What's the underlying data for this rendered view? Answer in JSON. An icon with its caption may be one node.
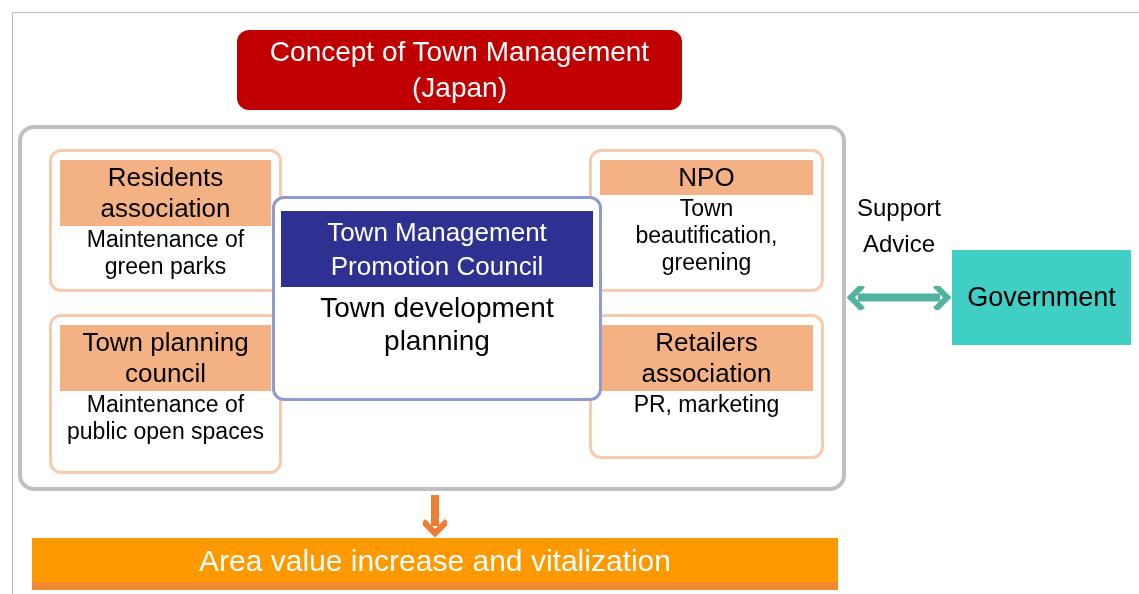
{
  "diagram": {
    "nodes": [
      {
        "text": [
          "Concept of Town Management (Japan)"
        ]
      },
      {
        "text": [],
        "shape": "box"
      },
      {
        "text": [
          "Residents association",
          "Maintenance of green parks"
        ],
        "in": 1
      },
      {
        "text": [
          "Town planning council",
          "Maintenance of public open spaces"
        ],
        "in": 1
      },
      {
        "text": [
          "Town Management Promotion Council",
          "Town development planning"
        ],
        "in": 1
      },
      {
        "text": [
          "NPO",
          "Town beautification, greening"
        ],
        "in": 1
      },
      {
        "text": [
          "Retailers association",
          "PR, marketing"
        ],
        "in": 1
      },
      {
        "text": [
          "Government"
        ]
      },
      {
        "text": [
          "Area value increase and vitalization"
        ]
      }
    ],
    "edges": [
      {
        "from": 1,
        "to": 7,
        "arrow": "both",
        "label": "Support Advice",
        "color": "#4fb3a0"
      },
      {
        "from": 1,
        "to": 8,
        "arrow": "to",
        "color": "#ed7d31"
      }
    ]
  }
}
